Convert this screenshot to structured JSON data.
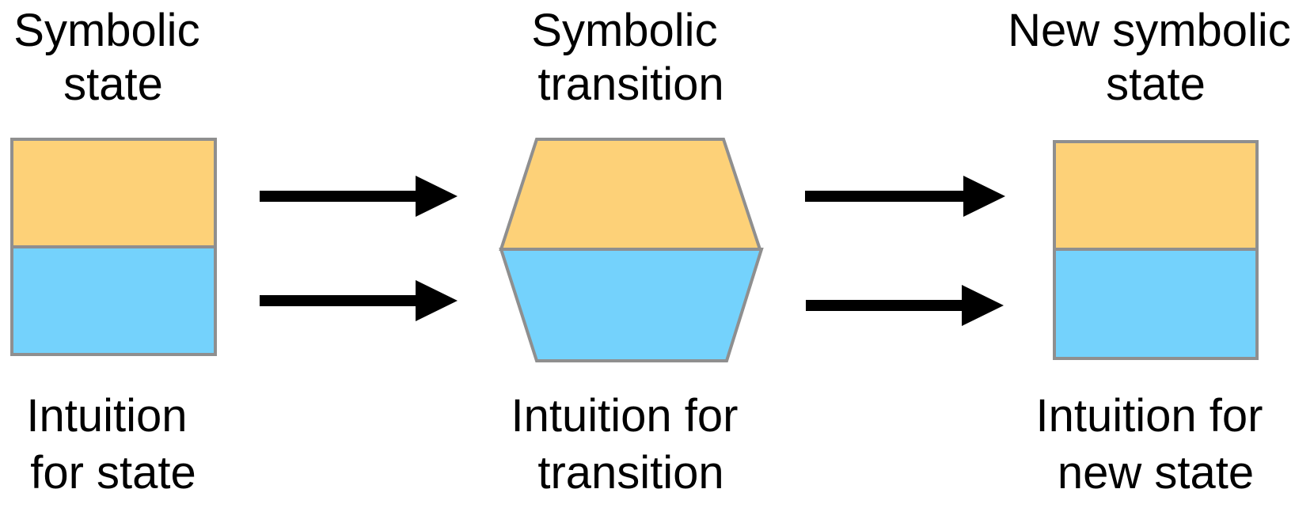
{
  "colors": {
    "symbolic": "#fdd178",
    "intuition": "#74d2fc",
    "border": "#8f8f8f",
    "arrow": "#000000",
    "text": "#000000"
  },
  "nodes": [
    {
      "id": "state",
      "shape": "rectangle",
      "top_label": [
        "Symbolic",
        "state"
      ],
      "bottom_label": [
        "Intuition",
        "for state"
      ]
    },
    {
      "id": "transition",
      "shape": "hexagon",
      "top_label": [
        "Symbolic",
        "transition"
      ],
      "bottom_label": [
        "Intuition for",
        "transition"
      ]
    },
    {
      "id": "new-state",
      "shape": "rectangle",
      "top_label": [
        "New symbolic",
        "state"
      ],
      "bottom_label": [
        "Intuition for",
        "new state"
      ]
    }
  ],
  "edges": [
    {
      "from": "state",
      "to": "transition",
      "layer": "symbolic"
    },
    {
      "from": "state",
      "to": "transition",
      "layer": "intuition"
    },
    {
      "from": "transition",
      "to": "new-state",
      "layer": "symbolic"
    },
    {
      "from": "transition",
      "to": "new-state",
      "layer": "intuition"
    }
  ]
}
